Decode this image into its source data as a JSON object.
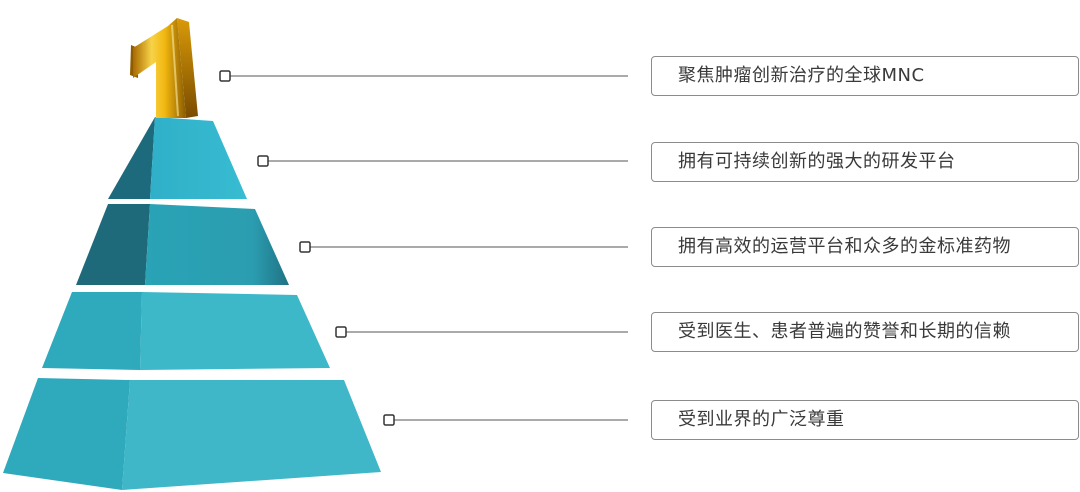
{
  "colors": {
    "pyramid_light": "#3fb3c4",
    "pyramid_mid": "#2b9aac",
    "pyramid_dark": "#1f6e82",
    "gold": "#f2b710",
    "connector": "#555555",
    "box_border": "#8c8c8c",
    "text": "#3a3a3a"
  },
  "icons": {
    "top": "gold-number-one-icon"
  },
  "tiers": [
    {
      "label": "聚焦肿瘤创新治疗的全球MNC"
    },
    {
      "label": "拥有可持续创新的强大的研发平台"
    },
    {
      "label": "拥有高效的运营平台和众多的金标准药物"
    },
    {
      "label": "受到医生、患者普遍的赞誉和长期的信赖"
    },
    {
      "label": "受到业界的广泛尊重"
    }
  ]
}
